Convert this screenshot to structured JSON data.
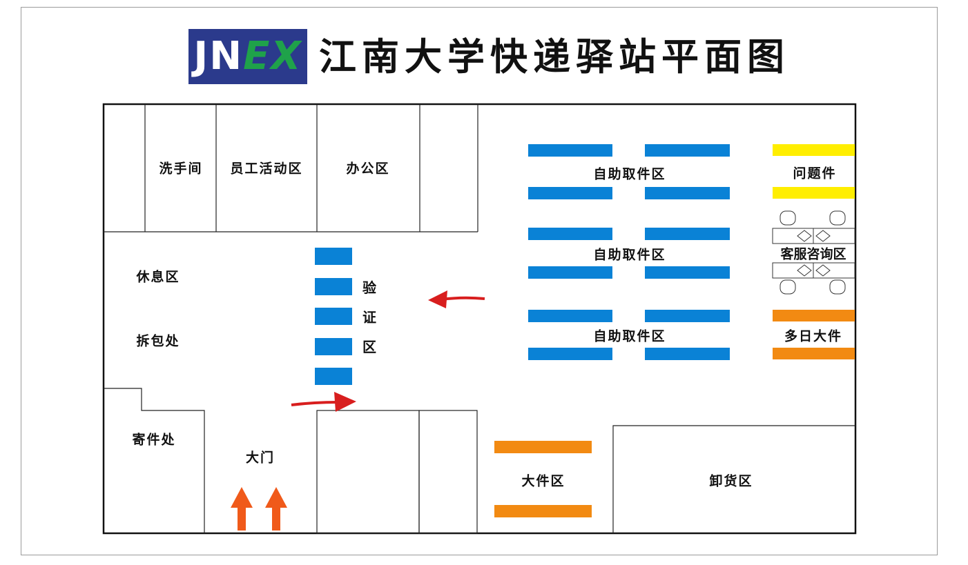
{
  "header": {
    "logo_jn": "JN",
    "logo_ex": "EX",
    "title": "江南大学快递驿站平面图"
  },
  "colors": {
    "logo_bg": "#2b3a8c",
    "logo_green": "#1fa24a",
    "shelf_blue": "#0a82d6",
    "problem_yellow": "#ffee00",
    "large_orange": "#f28a12",
    "arrow_red": "#d81e1e",
    "arrow_orange": "#f05a1a"
  },
  "areas": {
    "restroom": "洗手间",
    "staff_activity": "员工活动区",
    "office": "办公区",
    "rest": "休息区",
    "unpack": "拆包处",
    "send": "寄件处",
    "gate": "大门",
    "verify": [
      "验",
      "证",
      "区"
    ],
    "self_pickup_1": "自助取件区",
    "self_pickup_2": "自助取件区",
    "self_pickup_3": "自助取件区",
    "problem": "问题件",
    "service": "客服咨询区",
    "multiday": "多日大件",
    "large": "大件区",
    "unload": "卸货区"
  }
}
